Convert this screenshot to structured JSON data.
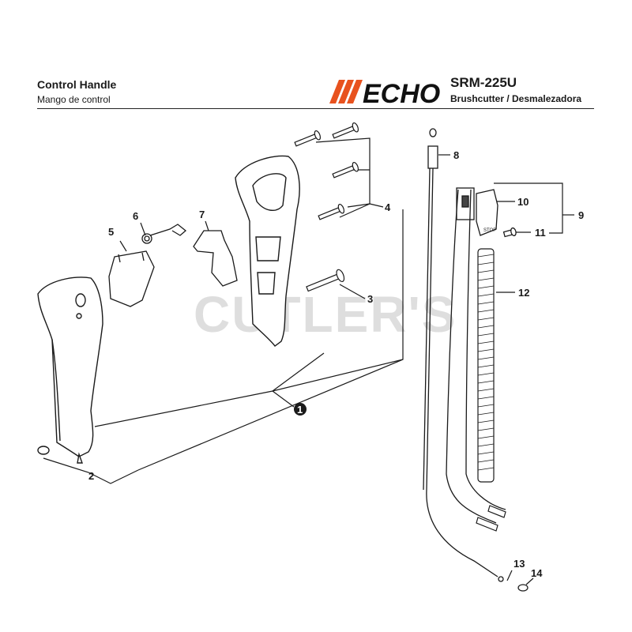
{
  "header": {
    "title": "Control Handle",
    "subtitle": "Mango de control",
    "brand": "ECHO",
    "model": "SRM-225U",
    "model_description": "Brushcutter / Desmalezadora"
  },
  "watermark": "CUTLER'S",
  "stop_label": "STOP",
  "callouts": {
    "c1": "1",
    "c2": "2",
    "c3": "3",
    "c4": "4",
    "c5": "5",
    "c6": "6",
    "c7": "7",
    "c8": "8",
    "c9": "9",
    "c10": "10",
    "c11": "11",
    "c12": "12",
    "c13": "13",
    "c14": "14"
  },
  "colors": {
    "brand_orange": "#e8521e",
    "line": "#1a1a1a"
  }
}
